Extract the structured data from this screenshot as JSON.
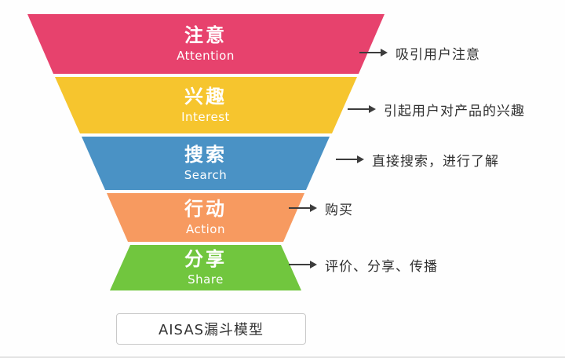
{
  "funnel": {
    "layers": [
      {
        "title": "注意",
        "subtitle": "Attention",
        "color": "#e7426d",
        "annotation": "吸引用户注意"
      },
      {
        "title": "兴趣",
        "subtitle": "Interest",
        "color": "#f6c52e",
        "annotation": "引起用户对产品的兴趣"
      },
      {
        "title": "搜索",
        "subtitle": "Search",
        "color": "#4a92c5",
        "annotation": "直接搜索，进行了解"
      },
      {
        "title": "行动",
        "subtitle": "Action",
        "color": "#f79a60",
        "annotation": "购买"
      },
      {
        "title": "分享",
        "subtitle": "Share",
        "color": "#71c63e",
        "annotation": "评价、分享、传播"
      }
    ],
    "caption": "AISAS漏斗模型",
    "icons": {
      "annotation_arrow": "arrow-right"
    },
    "text_colors": {
      "layer_text": "#ffffff",
      "annotation_text": "#2f2f2f"
    }
  }
}
